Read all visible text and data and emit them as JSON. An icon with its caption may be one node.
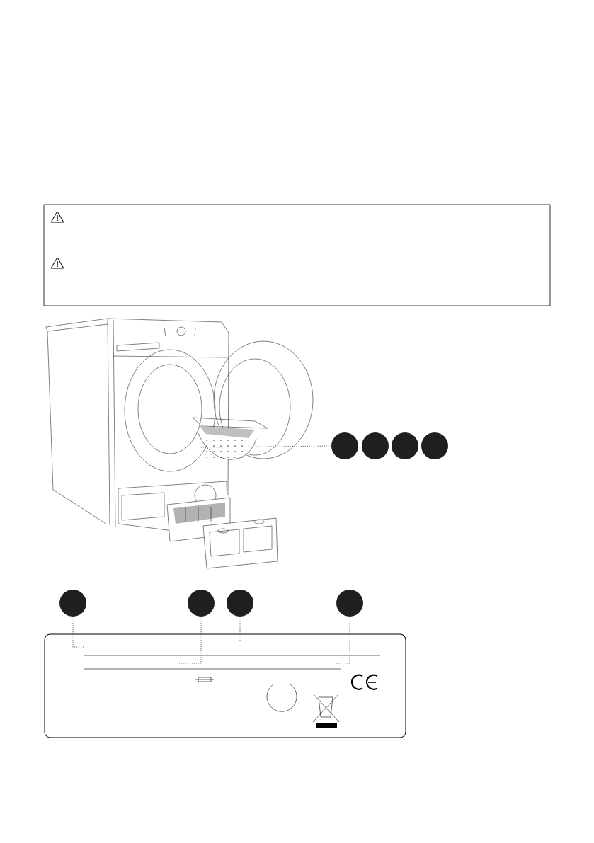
{
  "diagram": {
    "nodes": [
      {
        "text": [],
        "shape": "circle"
      },
      {
        "text": [],
        "shape": "circle"
      },
      {
        "text": [],
        "shape": "circle"
      },
      {
        "text": [],
        "shape": "circle"
      },
      {
        "text": [],
        "shape": "circle"
      },
      {
        "text": [],
        "shape": "circle"
      },
      {
        "text": [],
        "shape": "circle"
      },
      {
        "text": [],
        "shape": "circle"
      }
    ],
    "edges": [
      {
        "from": 0,
        "to": null,
        "arrow": "none"
      },
      {
        "from": 4,
        "to": null,
        "arrow": "none"
      },
      {
        "from": 5,
        "to": null,
        "arrow": "none"
      },
      {
        "from": 6,
        "to": null,
        "arrow": "none"
      },
      {
        "from": 7,
        "to": null,
        "arrow": "none"
      }
    ]
  }
}
